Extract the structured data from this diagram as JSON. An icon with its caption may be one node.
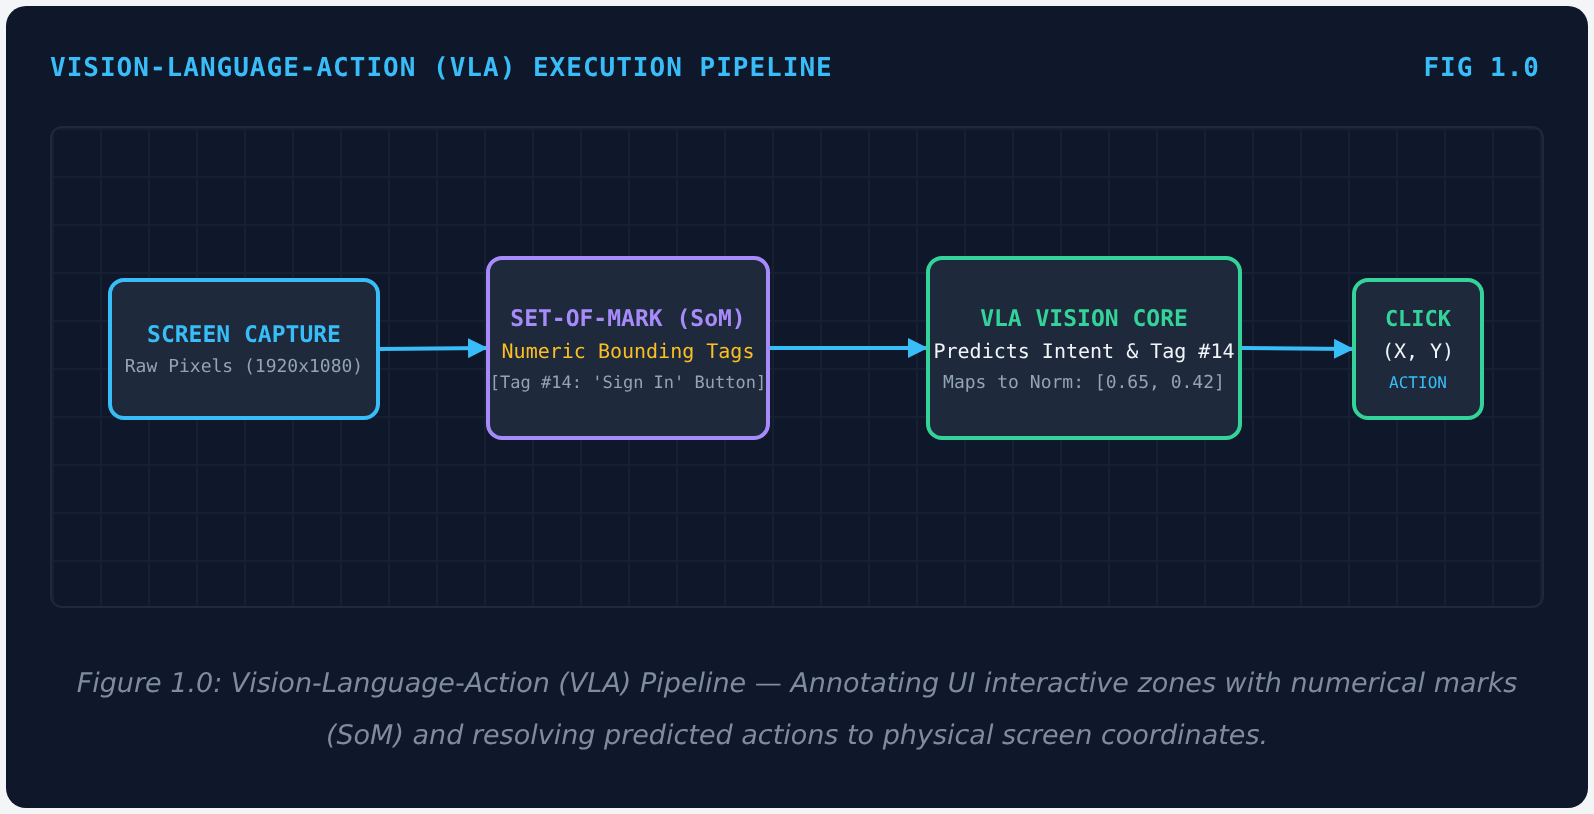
{
  "diagram": {
    "title": "VISION-LANGUAGE-ACTION (VLA) EXECUTION PIPELINE",
    "caption": "Figure 1.0: Vision-Language-Action (VLA) Pipeline — Annotating UI interactive zones with numerical marks (SoM) and resolving predicted actions to physical screen coordinates.",
    "nodes": [
      {
        "text": [
          "SCREEN CAPTURE",
          "Raw Pixels (1920x1080)"
        ]
      },
      {
        "text": [
          "SET-OF-MARK (SoM)",
          "Numeric Bounding Tags",
          "[Tag #14: 'Sign In' Button]"
        ]
      },
      {
        "text": [
          "VLA VISION CORE",
          "Predicts Intent & Tag #14",
          "Maps to Norm: [0.65, 0.42]"
        ]
      },
      {
        "text": [
          "CLICK",
          "(X, Y)",
          "ACTION"
        ]
      }
    ],
    "edges": [
      {
        "from": 0,
        "to": 1,
        "arrow": "to"
      },
      {
        "from": 1,
        "to": 2,
        "arrow": "to"
      },
      {
        "from": 2,
        "to": 3,
        "arrow": "to"
      }
    ],
    "labels": [
      "FIG 1.0"
    ]
  }
}
